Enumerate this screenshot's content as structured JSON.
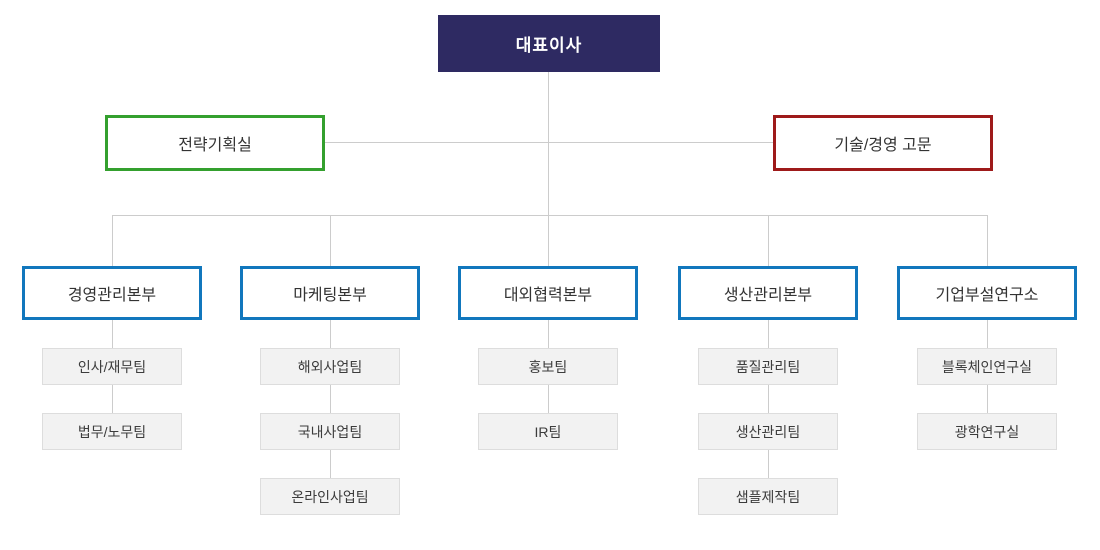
{
  "chart": {
    "ceo": "대표이사",
    "staff": [
      {
        "label": "전략기획실",
        "accent": "#34a02e"
      },
      {
        "label": "기술/경영 고문",
        "accent": "#9e1a1a"
      }
    ],
    "divisions": [
      {
        "label": "경영관리본부",
        "teams": [
          "인사/재무팀",
          "법무/노무팀"
        ]
      },
      {
        "label": "마케팅본부",
        "teams": [
          "해외사업팀",
          "국내사업팀",
          "온라인사업팀"
        ]
      },
      {
        "label": "대외협력본부",
        "teams": [
          "홍보팀",
          "IR팀"
        ]
      },
      {
        "label": "생산관리본부",
        "teams": [
          "품질관리팀",
          "생산관리팀",
          "샘플제작팀"
        ]
      },
      {
        "label": "기업부설연구소",
        "teams": [
          "블록체인연구실",
          "광학연구실"
        ]
      }
    ]
  },
  "colors": {
    "ceo-bg": "#2e2a62",
    "ceo-text": "#ffffff",
    "staff-green": "#34a02e",
    "staff-red": "#9e1a1a",
    "division-blue": "#1177bd",
    "team-bg": "#f2f2f2",
    "team-border": "#dddddd",
    "line": "#cccccc",
    "text": "#333333"
  }
}
